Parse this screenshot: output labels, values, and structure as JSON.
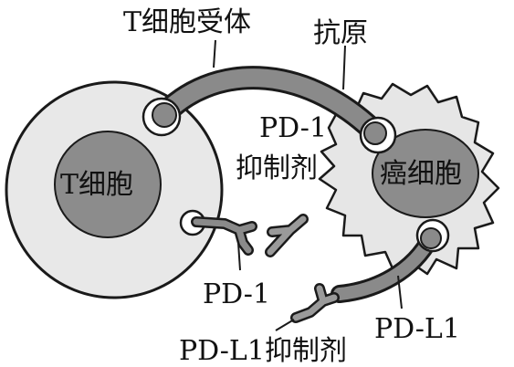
{
  "labels": {
    "t_cell_receptor": "T细胞受体",
    "antigen": "抗原",
    "t_cell": "T细胞",
    "cancer_cell": "癌细胞",
    "pd1_inhibitor_line1": "PD-1",
    "pd1_inhibitor_line2": "抑制剂",
    "pd1": "PD-1",
    "pdl1": "PD-L1",
    "pdl1_inhibitor": "PD-L1抑制剂"
  },
  "colors": {
    "outline": "#1a1a1a",
    "t_cell_body": "#e8e8e8",
    "nucleus": "#8c8c8c",
    "cancer_cell_body": "#e6e6e6",
    "receptor": "#8a8a8a",
    "inhibitor": "#9a9a9a"
  }
}
